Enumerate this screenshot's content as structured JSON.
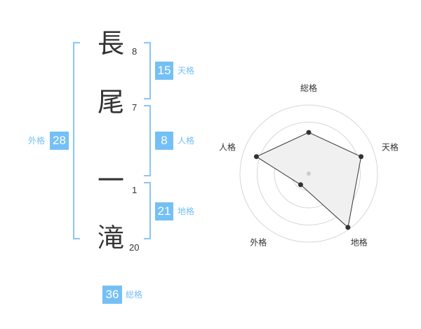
{
  "name": {
    "chars": [
      {
        "char": "長",
        "strokes": "8"
      },
      {
        "char": "尾",
        "strokes": "7"
      },
      {
        "char": "一",
        "strokes": "1"
      },
      {
        "char": "滝",
        "strokes": "20"
      }
    ]
  },
  "scores": {
    "tenkaku": {
      "value": "15",
      "label": "天格"
    },
    "jinkaku": {
      "value": "8",
      "label": "人格"
    },
    "chikaku": {
      "value": "21",
      "label": "地格"
    },
    "gaikaku": {
      "value": "28",
      "label": "外格"
    },
    "soukaku": {
      "value": "36",
      "label": "総格"
    }
  },
  "chart_data": {
    "type": "radar",
    "axes": [
      "総格",
      "天格",
      "地格",
      "外格",
      "人格"
    ],
    "values": [
      0.6,
      0.8,
      0.97,
      0.2,
      0.8
    ],
    "max": 1,
    "rings": 4,
    "grid": true
  },
  "colors": {
    "accent": "#74c0f5",
    "bracket": "#8ac6f2",
    "text": "#333333"
  }
}
